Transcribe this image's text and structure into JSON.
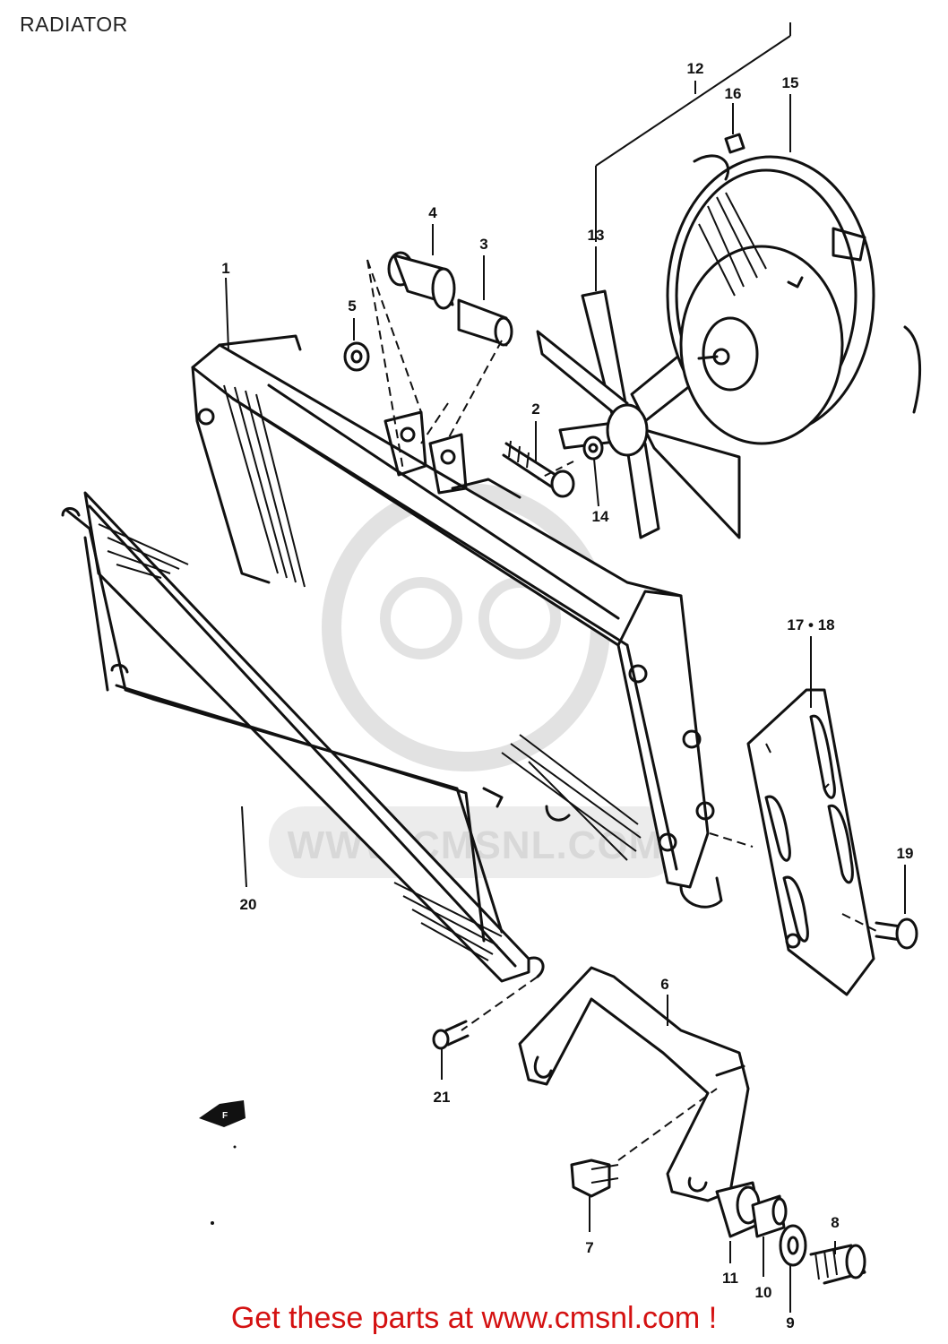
{
  "header": {
    "title": "RADIATOR"
  },
  "diagram": {
    "watermark": "WWW.CMSNL.COM",
    "callouts": [
      {
        "id": "1",
        "label": "1"
      },
      {
        "id": "2",
        "label": "2"
      },
      {
        "id": "3",
        "label": "3"
      },
      {
        "id": "4",
        "label": "4"
      },
      {
        "id": "5",
        "label": "5"
      },
      {
        "id": "6",
        "label": "6"
      },
      {
        "id": "7",
        "label": "7"
      },
      {
        "id": "8",
        "label": "8"
      },
      {
        "id": "9",
        "label": "9"
      },
      {
        "id": "10",
        "label": "10"
      },
      {
        "id": "11",
        "label": "11"
      },
      {
        "id": "12",
        "label": "12"
      },
      {
        "id": "13",
        "label": "13"
      },
      {
        "id": "14",
        "label": "14"
      },
      {
        "id": "15",
        "label": "15"
      },
      {
        "id": "16",
        "label": "16"
      },
      {
        "id": "17-18",
        "label": "17 • 18"
      },
      {
        "id": "19",
        "label": "19"
      },
      {
        "id": "20",
        "label": "20"
      },
      {
        "id": "21",
        "label": "21"
      }
    ]
  },
  "footer": {
    "link_text": "Get these parts at www.cmsnl.com !",
    "link_color": "#d41111"
  }
}
